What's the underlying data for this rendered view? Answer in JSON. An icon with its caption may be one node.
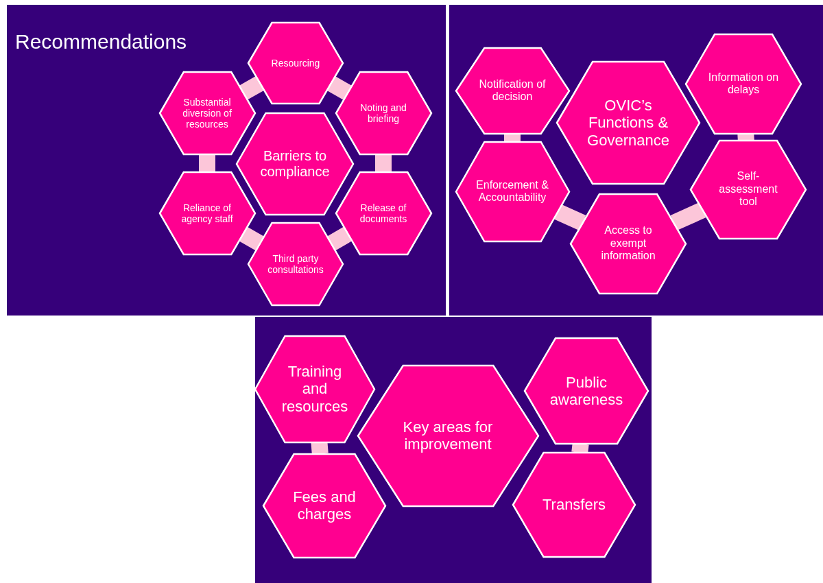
{
  "diagram": {
    "nodes": [
      {
        "text": [
          "Resourcing"
        ]
      },
      {
        "text": [
          "Substantial diversion of resources"
        ]
      },
      {
        "text": [
          "Noting and briefing"
        ]
      },
      {
        "text": [
          "Barriers to compliance"
        ]
      },
      {
        "text": [
          "Reliance of agency staff"
        ]
      },
      {
        "text": [
          "Release of documents"
        ]
      },
      {
        "text": [
          "Third party consultations"
        ]
      },
      {
        "text": [
          "Notification of decision"
        ]
      },
      {
        "text": [
          "OVIC’s Functions & Governance"
        ]
      },
      {
        "text": [
          "Information on delays"
        ]
      },
      {
        "text": [
          "Enforcement & Accountability"
        ]
      },
      {
        "text": [
          "Self-assessment tool"
        ]
      },
      {
        "text": [
          "Access to exempt information"
        ]
      },
      {
        "text": [
          "Training and resources"
        ]
      },
      {
        "text": [
          "Public awareness"
        ]
      },
      {
        "text": [
          "Key areas for improvement"
        ]
      },
      {
        "text": [
          "Fees and charges"
        ]
      },
      {
        "text": [
          "Transfers"
        ]
      }
    ],
    "edges": [
      {
        "from": 0,
        "to": 1,
        "arrow": "none"
      },
      {
        "from": 0,
        "to": 2,
        "arrow": "none"
      },
      {
        "from": 1,
        "to": 4,
        "arrow": "none"
      },
      {
        "from": 2,
        "to": 5,
        "arrow": "none"
      },
      {
        "from": 4,
        "to": 6,
        "arrow": "none"
      },
      {
        "from": 6,
        "to": 5,
        "arrow": "none"
      },
      {
        "from": 7,
        "to": 10,
        "arrow": "none"
      },
      {
        "from": 9,
        "to": 11,
        "arrow": "none"
      },
      {
        "from": 10,
        "to": 12,
        "arrow": "none"
      },
      {
        "from": 12,
        "to": 11,
        "arrow": "none"
      },
      {
        "from": 13,
        "to": 16,
        "arrow": "none"
      },
      {
        "from": 14,
        "to": 17,
        "arrow": "none"
      }
    ],
    "labels": [
      "Recommendations"
    ]
  }
}
